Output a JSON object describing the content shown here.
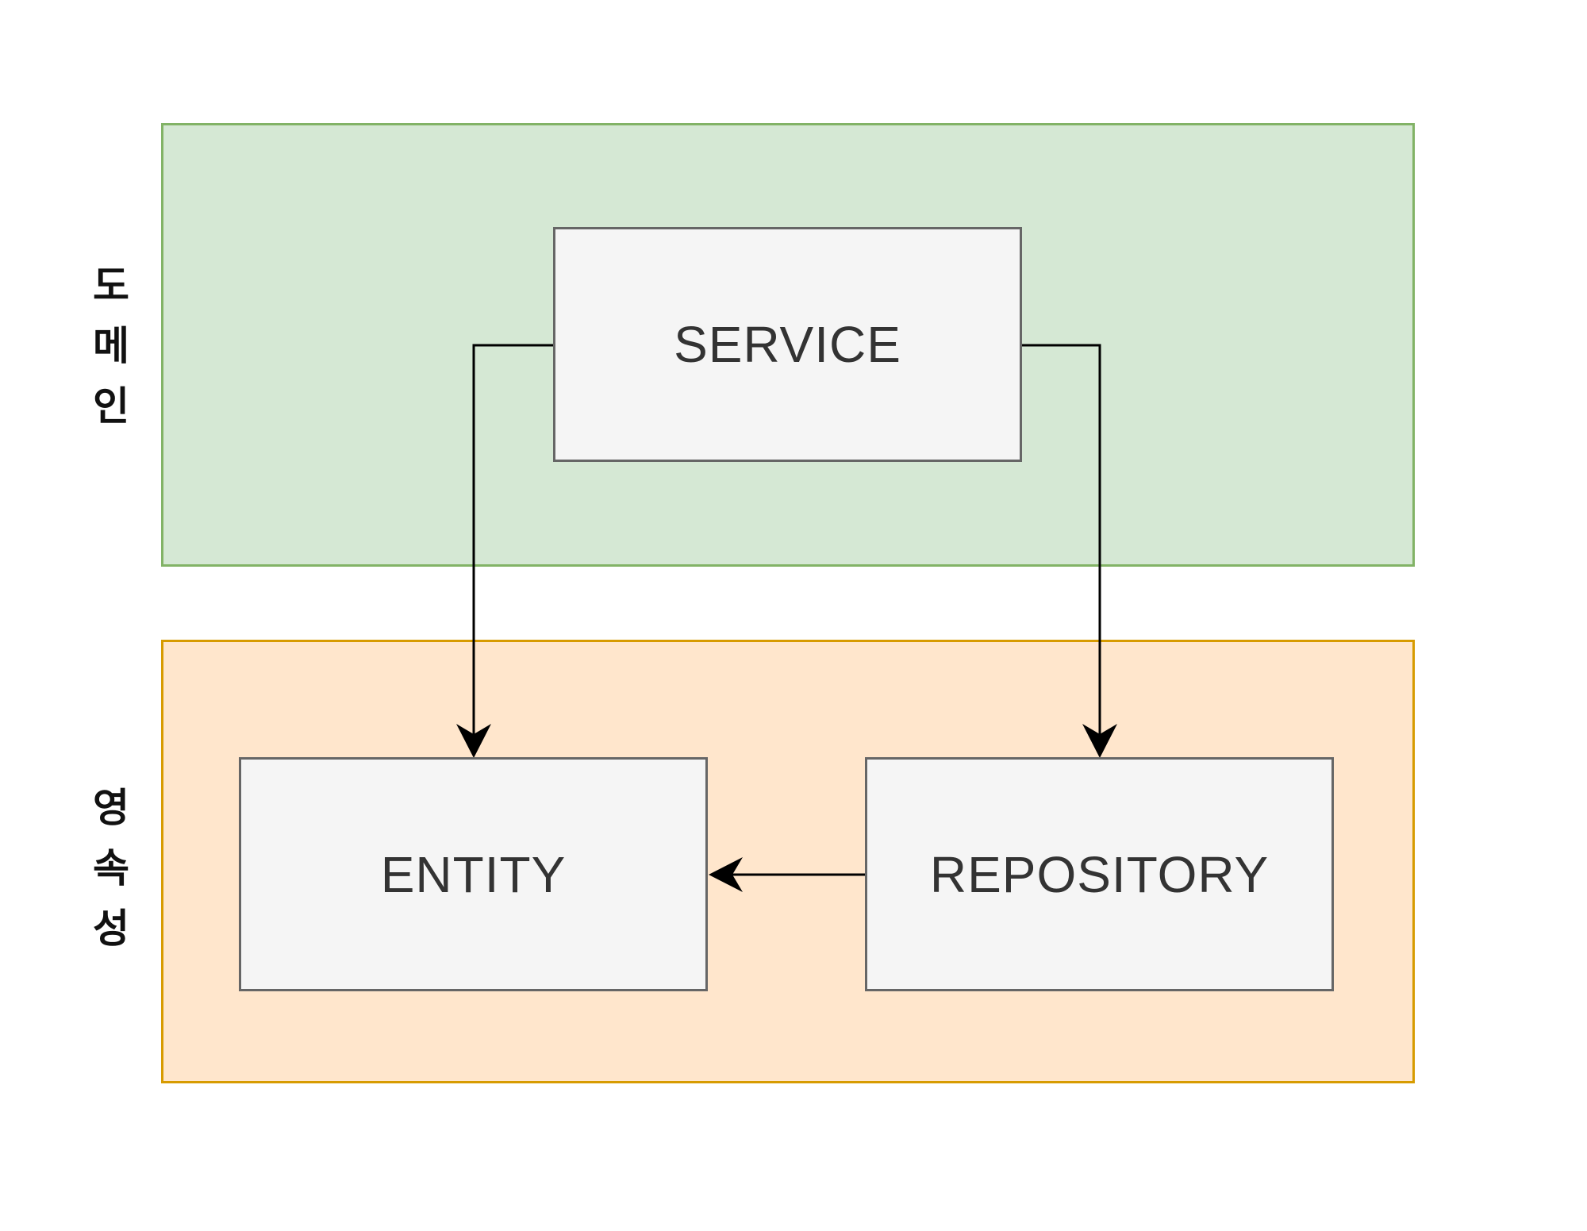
{
  "colors": {
    "domain_fill": "#d5e8d4",
    "domain_stroke": "#82b366",
    "persistence_fill": "#ffe6cc",
    "persistence_stroke": "#d79b00",
    "node_fill": "#f5f5f5",
    "node_stroke": "#666666",
    "edge": "#000000"
  },
  "layers": {
    "domain": {
      "label_chars": [
        "도",
        "메",
        "인"
      ]
    },
    "persistence": {
      "label_chars": [
        "영",
        "속",
        "성"
      ]
    }
  },
  "nodes": {
    "service": {
      "label": "SERVICE"
    },
    "entity": {
      "label": "ENTITY"
    },
    "repository": {
      "label": "REPOSITORY"
    }
  },
  "edges": [
    {
      "from": "SERVICE",
      "to": "ENTITY"
    },
    {
      "from": "SERVICE",
      "to": "REPOSITORY"
    },
    {
      "from": "REPOSITORY",
      "to": "ENTITY"
    }
  ]
}
